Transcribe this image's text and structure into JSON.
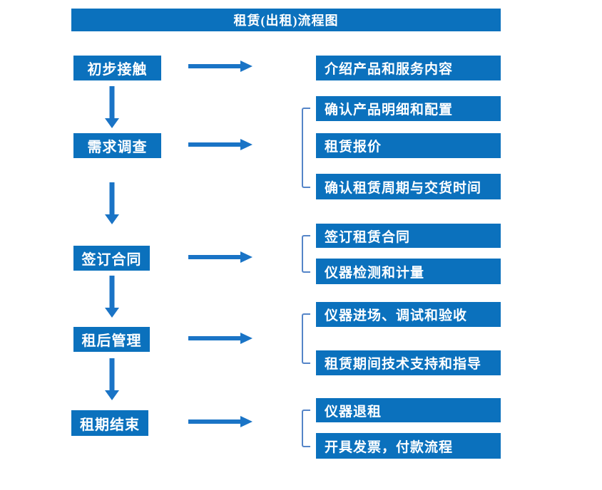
{
  "title": "租赁(出租)流程图",
  "colors": {
    "box_blue": "#0b71bd",
    "arrow_blue": "#1a74c6",
    "bracket_blue": "#5585c8",
    "text_white": "#ffffff"
  },
  "flow": {
    "steps": [
      {
        "label": "初步接触",
        "outputs": [
          "介绍产品和服务内容"
        ]
      },
      {
        "label": "需求调查",
        "outputs": [
          "确认产品明细和配置",
          "租赁报价",
          "确认租赁周期与交货时间"
        ]
      },
      {
        "label": "签订合同",
        "outputs": [
          "签订租赁合同",
          "仪器检测和计量"
        ]
      },
      {
        "label": "租后管理",
        "outputs": [
          "仪器进场、调试和验收",
          "租赁期间技术支持和指导"
        ]
      },
      {
        "label": "租期结束",
        "outputs": [
          "仪器退租",
          "开具发票，付款流程"
        ]
      }
    ]
  }
}
